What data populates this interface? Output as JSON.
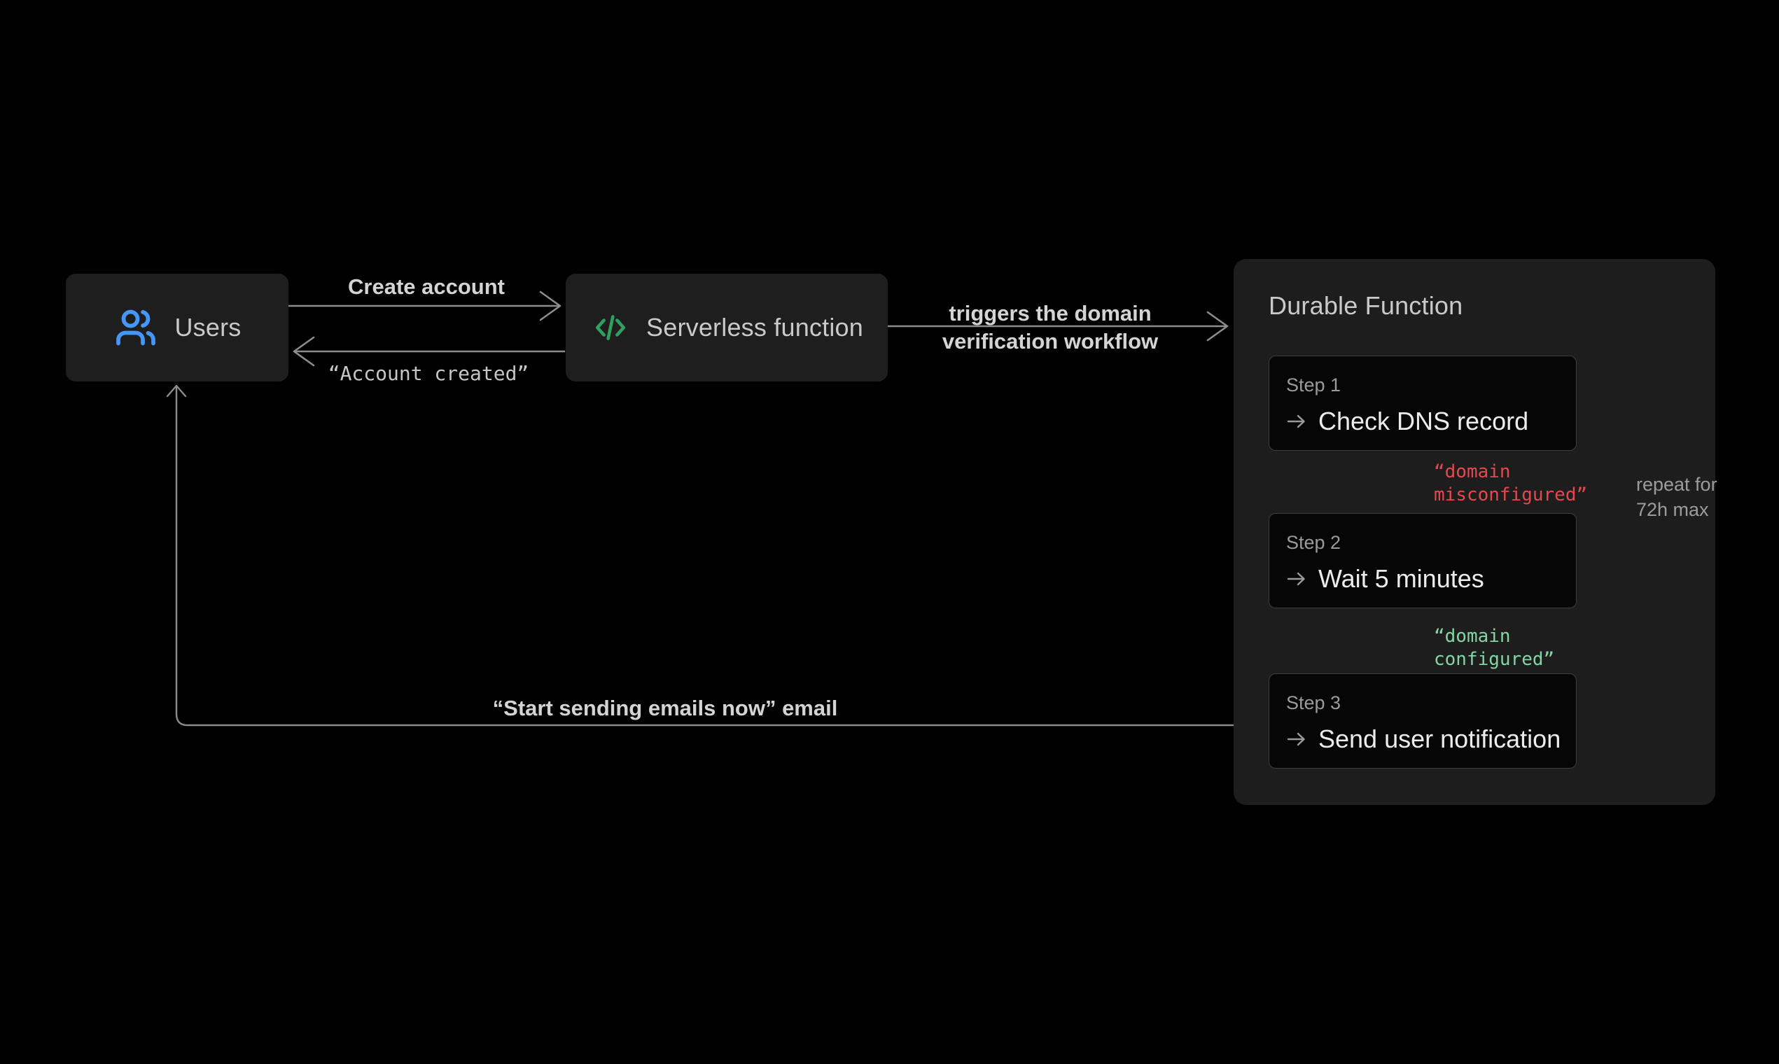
{
  "colors": {
    "background": "#000000",
    "node_background": "#1e1e1e",
    "panel_background": "#1d1d1d",
    "step_background": "#060606",
    "step_border": "#3d3d3d",
    "connector_line": "#8c8c8c",
    "edge_label": "#d4d4d4",
    "node_label": "#c9c9c9",
    "muted_label": "#9a9a9a",
    "step_action_text": "#ececec",
    "users_icon_blue": "#4596f7",
    "code_icon_green": "#2fa05f",
    "error_red": "#e5484d",
    "success_green": "#84d5a4"
  },
  "nodes": {
    "users": {
      "label": "Users",
      "icon": "users-icon"
    },
    "serverless": {
      "label": "Serverless function",
      "icon": "code-icon"
    }
  },
  "panel": {
    "title": "Durable Function",
    "steps": [
      {
        "name": "Step 1",
        "action": "Check DNS record"
      },
      {
        "name": "Step 2",
        "action": "Wait 5 minutes"
      },
      {
        "name": "Step 3",
        "action": "Send user notification"
      }
    ],
    "loop_label": "repeat for\n72h max"
  },
  "edges": {
    "create_account": "Create account",
    "account_created": "“Account created”",
    "triggers": "triggers the domain\nverification workflow",
    "domain_misconfigured": "“domain\nmisconfigured”",
    "domain_configured": "“domain\nconfigured”",
    "start_sending": "“Start sending emails now” email"
  }
}
